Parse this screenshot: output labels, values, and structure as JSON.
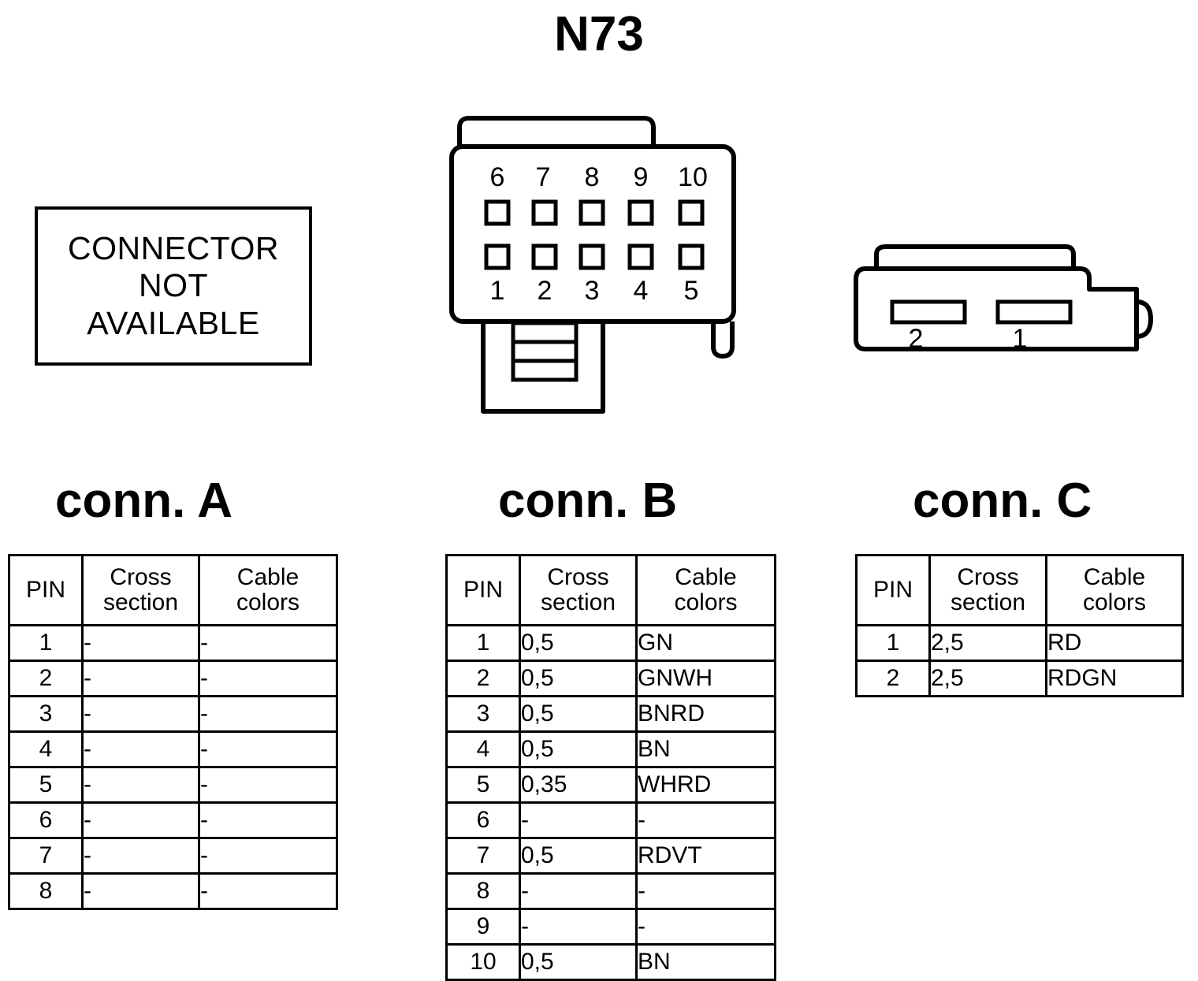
{
  "title": "N73",
  "placeholder": {
    "line1": "CONNECTOR",
    "line2": "NOT",
    "line3": "AVAILABLE"
  },
  "connectors": {
    "a": {
      "label": "conn. A"
    },
    "b": {
      "label": "conn. B",
      "top_pin_numbers": [
        "6",
        "7",
        "8",
        "9",
        "10"
      ],
      "bottom_pin_numbers": [
        "1",
        "2",
        "3",
        "4",
        "5"
      ]
    },
    "c": {
      "label": "conn. C",
      "pin_numbers": [
        "2",
        "1"
      ]
    }
  },
  "table_headers": {
    "pin": "PIN",
    "cross_section_l1": "Cross",
    "cross_section_l2": "section",
    "cable_colors_l1": "Cable",
    "cable_colors_l2": "colors"
  },
  "chart_data": {
    "type": "table",
    "title": "N73 connector pinouts",
    "tables": [
      {
        "name": "conn. A",
        "columns": [
          "PIN",
          "Cross section",
          "Cable colors"
        ],
        "rows": [
          [
            "1",
            "-",
            "-"
          ],
          [
            "2",
            "-",
            "-"
          ],
          [
            "3",
            "-",
            "-"
          ],
          [
            "4",
            "-",
            "-"
          ],
          [
            "5",
            "-",
            "-"
          ],
          [
            "6",
            "-",
            "-"
          ],
          [
            "7",
            "-",
            "-"
          ],
          [
            "8",
            "-",
            "-"
          ]
        ]
      },
      {
        "name": "conn. B",
        "columns": [
          "PIN",
          "Cross section",
          "Cable colors"
        ],
        "rows": [
          [
            "1",
            "0,5",
            "GN"
          ],
          [
            "2",
            "0,5",
            "GNWH"
          ],
          [
            "3",
            "0,5",
            "BNRD"
          ],
          [
            "4",
            "0,5",
            "BN"
          ],
          [
            "5",
            "0,35",
            "WHRD"
          ],
          [
            "6",
            "-",
            "-"
          ],
          [
            "7",
            "0,5",
            "RDVT"
          ],
          [
            "8",
            "-",
            "-"
          ],
          [
            "9",
            "-",
            "-"
          ],
          [
            "10",
            "0,5",
            "BN"
          ]
        ]
      },
      {
        "name": "conn. C",
        "columns": [
          "PIN",
          "Cross section",
          "Cable colors"
        ],
        "rows": [
          [
            "1",
            "2,5",
            "RD"
          ],
          [
            "2",
            "2,5",
            "RDGN"
          ]
        ]
      }
    ]
  },
  "colors": {
    "line": "#000000",
    "background": "#ffffff"
  }
}
